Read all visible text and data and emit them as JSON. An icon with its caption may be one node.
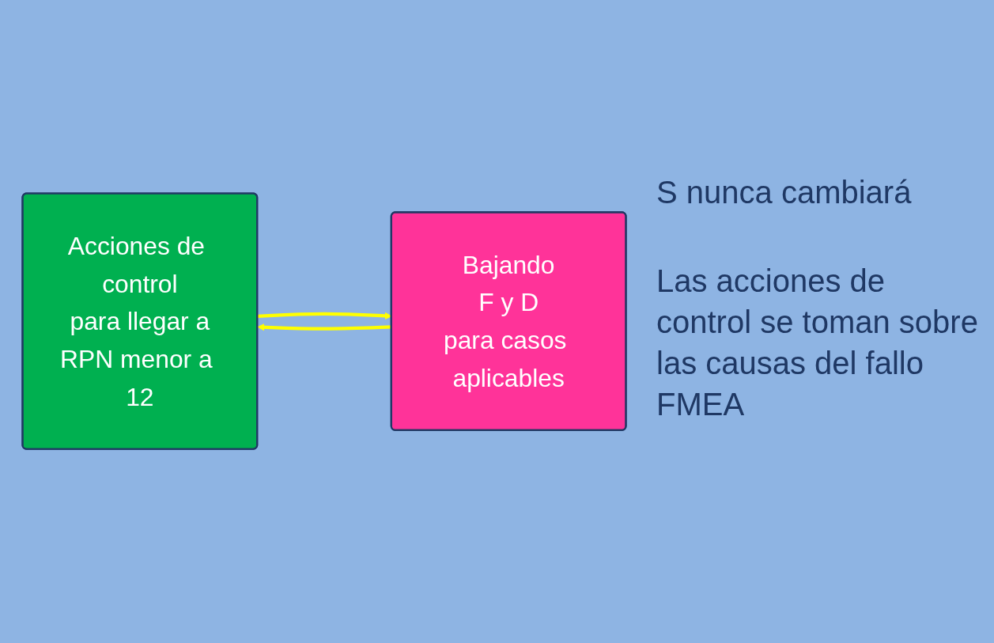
{
  "diagram": {
    "nodes": [
      {
        "text": [
          "Acciones de control",
          "para llegar a",
          "RPN menor a 12"
        ]
      },
      {
        "text": [
          "Bajando",
          "F y D",
          "para casos aplicables"
        ]
      }
    ],
    "edges": [
      {
        "from": 0,
        "to": 1,
        "arrow": "to",
        "color": "#ffff00"
      },
      {
        "from": 1,
        "to": 0,
        "arrow": "to",
        "color": "#ffff00"
      }
    ],
    "labels": [
      "S nunca cambiará",
      "Las acciones de control se toman sobre las causas del fallo FMEA"
    ]
  }
}
